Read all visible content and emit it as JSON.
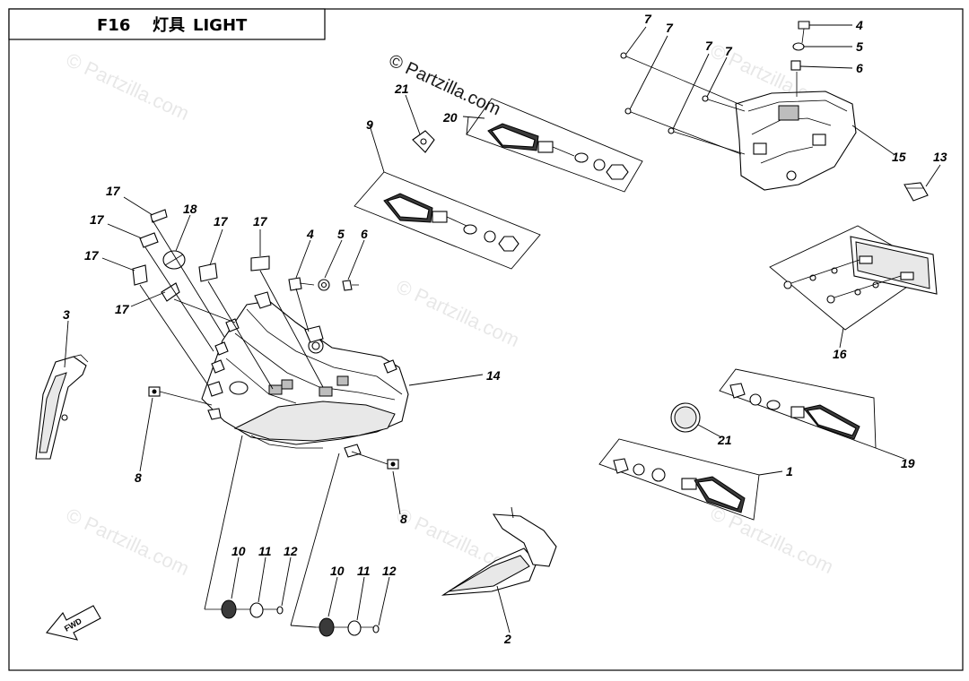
{
  "title": {
    "code": "F16",
    "chinese": "灯具",
    "english": "LIGHT"
  },
  "watermark": {
    "small": "© Partzilla.com",
    "main": "© Partzilla.com"
  },
  "fwd_label": "FWD",
  "callouts": [
    {
      "id": "c1",
      "text": "1"
    },
    {
      "id": "c2",
      "text": "2"
    },
    {
      "id": "c3",
      "text": "3"
    },
    {
      "id": "c4a",
      "text": "4"
    },
    {
      "id": "c4b",
      "text": "4"
    },
    {
      "id": "c5a",
      "text": "5"
    },
    {
      "id": "c5b",
      "text": "5"
    },
    {
      "id": "c6a",
      "text": "6"
    },
    {
      "id": "c6b",
      "text": "6"
    },
    {
      "id": "c7a",
      "text": "7"
    },
    {
      "id": "c7b",
      "text": "7"
    },
    {
      "id": "c7c",
      "text": "7"
    },
    {
      "id": "c7d",
      "text": "7"
    },
    {
      "id": "c8a",
      "text": "8"
    },
    {
      "id": "c8b",
      "text": "8"
    },
    {
      "id": "c9",
      "text": "9"
    },
    {
      "id": "c10a",
      "text": "10"
    },
    {
      "id": "c10b",
      "text": "10"
    },
    {
      "id": "c11a",
      "text": "11"
    },
    {
      "id": "c11b",
      "text": "11"
    },
    {
      "id": "c12a",
      "text": "12"
    },
    {
      "id": "c12b",
      "text": "12"
    },
    {
      "id": "c13",
      "text": "13"
    },
    {
      "id": "c14",
      "text": "14"
    },
    {
      "id": "c15",
      "text": "15"
    },
    {
      "id": "c16",
      "text": "16"
    },
    {
      "id": "c17a",
      "text": "17"
    },
    {
      "id": "c17b",
      "text": "17"
    },
    {
      "id": "c17c",
      "text": "17"
    },
    {
      "id": "c17d",
      "text": "17"
    },
    {
      "id": "c17e",
      "text": "17"
    },
    {
      "id": "c17f",
      "text": "17"
    },
    {
      "id": "c18",
      "text": "18"
    },
    {
      "id": "c19",
      "text": "19"
    },
    {
      "id": "c20",
      "text": "20"
    },
    {
      "id": "c21a",
      "text": "21"
    },
    {
      "id": "c21b",
      "text": "21"
    }
  ]
}
